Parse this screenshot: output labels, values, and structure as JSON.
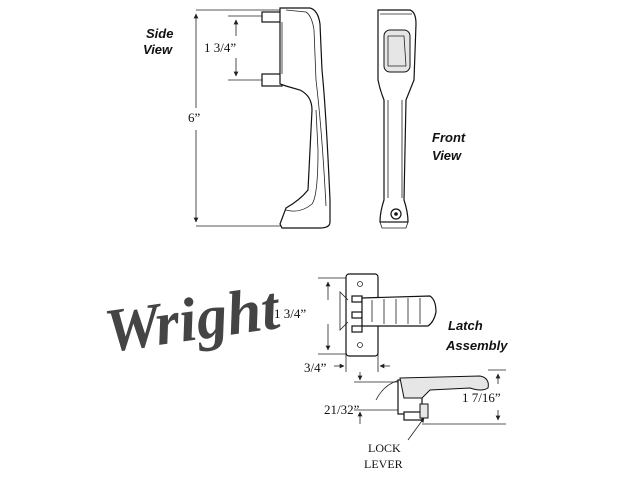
{
  "labels": {
    "side_view_line1": "Side",
    "side_view_line2": "View",
    "front_view_line1": "Front",
    "front_view_line2": "View",
    "latch_line1": "Latch",
    "latch_line2": "Assembly",
    "lock_line1": "LOCK",
    "lock_line2": "LEVER"
  },
  "dimensions": {
    "side_overall_height": "6”",
    "side_post_spacing": "1 3/4”",
    "latch_plate_height": "1 3/4”",
    "latch_plate_width": "3/4”",
    "latch_body_depth": "21/32”",
    "latch_lever_height": "1 7/16”"
  },
  "logo": {
    "text": "Wright"
  }
}
